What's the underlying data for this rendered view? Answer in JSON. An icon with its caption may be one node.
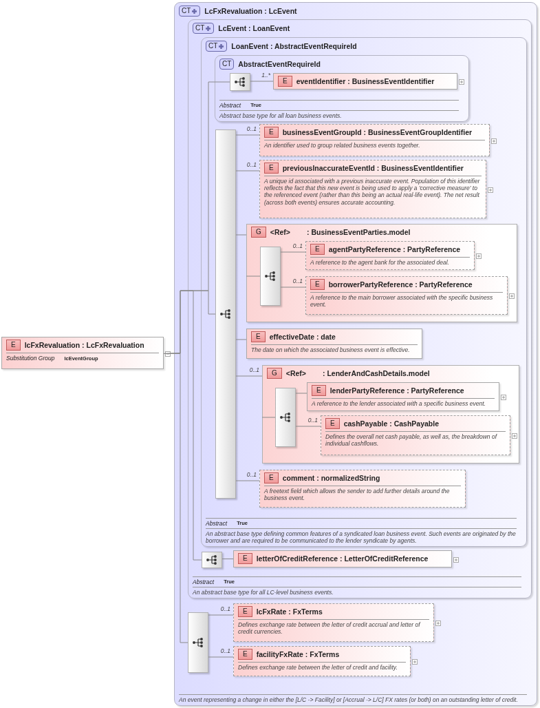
{
  "diagram": {
    "nodes": [
      {
        "text": [
          "E",
          "lcFxRevaluation : LcFxRevaluation",
          "Substitution Group",
          "lcEventGroup"
        ]
      },
      {
        "text": [
          "CT",
          "LcFxRevaluation : LcEvent",
          "An event representing a change in either the [L/C -> Facility] or [Accrual -> L/C] FX rates (or both) on an outstanding letter of credit."
        ]
      },
      {
        "text": [
          "CT",
          "LcEvent : LoanEvent",
          "Abstract",
          "True",
          "An abstract base type for all LC-level business events."
        ],
        "in": 1
      },
      {
        "text": [
          "CT",
          "LoanEvent : AbstractEventRequireId",
          "Abstract",
          "True",
          "An abstract base type defining common features of a syndicated loan business event. Such events are originated by the borrower and are required to be communicated to the lender syndicate by agents."
        ],
        "in": 2
      },
      {
        "text": [
          "CT",
          "AbstractEventRequireId",
          "Abstract",
          "True",
          "Abstract base type for all loan business events."
        ],
        "in": 3
      },
      {
        "text": [],
        "shape": "box",
        "in": 4
      },
      {
        "text": [
          "E",
          "eventIdentifier : BusinessEventIdentifier"
        ],
        "in": 4
      },
      {
        "text": [],
        "shape": "box",
        "in": 3
      },
      {
        "text": [
          "E",
          "businessEventGroupId : BusinessEventGroupIdentifier",
          "An identifier used to group related business events together."
        ],
        "in": 3
      },
      {
        "text": [
          "E",
          "previousInaccurateEventId : BusinessEventIdentifier",
          "A unique id associated with a previous inaccurate event. Population of this identifier reflects the fact that this new event is being used to apply a 'corrective measure' to the referenced event (rather than this being an actual real-life event). The net result (across both events) ensures accurate accounting."
        ],
        "in": 3
      },
      {
        "text": [
          "G",
          "<Ref>",
          ": BusinessEventParties.model"
        ],
        "in": 3
      },
      {
        "text": [],
        "shape": "box",
        "in": 10
      },
      {
        "text": [
          "E",
          "agentPartyReference : PartyReference",
          "A reference to the agent bank for the associated deal."
        ],
        "in": 10
      },
      {
        "text": [
          "E",
          "borrowerPartyReference : PartyReference",
          "A reference to the main borrower associated with the specific business event."
        ],
        "in": 10
      },
      {
        "text": [
          "E",
          "effectiveDate : date",
          "The date on which the associated business event is effective."
        ],
        "in": 3
      },
      {
        "text": [
          "G",
          "<Ref>",
          ": LenderAndCashDetails.model"
        ],
        "in": 3
      },
      {
        "text": [],
        "shape": "box",
        "in": 15
      },
      {
        "text": [
          "E",
          "lenderPartyReference : PartyReference",
          "A reference to the lender associated with a specific business event."
        ],
        "in": 15
      },
      {
        "text": [
          "E",
          "cashPayable : CashPayable",
          "Defines the overall net cash payable, as well as, the breakdown of individual cashflows."
        ],
        "in": 15
      },
      {
        "text": [
          "E",
          "comment : normalizedString",
          "A freetext field which allows the sender to add further details around the business event."
        ],
        "in": 3
      },
      {
        "text": [],
        "shape": "box",
        "in": 2
      },
      {
        "text": [
          "E",
          "letterOfCreditReference : LetterOfCreditReference"
        ],
        "in": 2
      },
      {
        "text": [],
        "shape": "box",
        "in": 1
      },
      {
        "text": [
          "E",
          "lcFxRate : FxTerms",
          "Defines exchange rate between the letter of credit accrual and letter of credit currencies."
        ],
        "in": 1
      },
      {
        "text": [
          "E",
          "facilityFxRate : FxTerms",
          "Defines exchange rate between the letter of credit and facility."
        ],
        "in": 1
      }
    ],
    "edges": [
      {
        "from": 0,
        "to": 5,
        "arrow": "none"
      },
      {
        "from": 0,
        "to": 7,
        "arrow": "none"
      },
      {
        "from": 0,
        "to": 20,
        "arrow": "none"
      },
      {
        "from": 0,
        "to": 22,
        "arrow": "none"
      },
      {
        "from": 5,
        "to": 6,
        "arrow": "none",
        "label": "1..*"
      },
      {
        "from": 7,
        "to": 8,
        "arrow": "none",
        "label": "0..1"
      },
      {
        "from": 7,
        "to": 9,
        "arrow": "none",
        "label": "0..1"
      },
      {
        "from": 7,
        "to": 10,
        "arrow": "none"
      },
      {
        "from": 10,
        "to": 11,
        "arrow": "none"
      },
      {
        "from": 11,
        "to": 12,
        "arrow": "none",
        "label": "0..1"
      },
      {
        "from": 11,
        "to": 13,
        "arrow": "none",
        "label": "0..1"
      },
      {
        "from": 7,
        "to": 14,
        "arrow": "none"
      },
      {
        "from": 7,
        "to": 15,
        "arrow": "none",
        "label": "0..1"
      },
      {
        "from": 15,
        "to": 16,
        "arrow": "none"
      },
      {
        "from": 16,
        "to": 17,
        "arrow": "none"
      },
      {
        "from": 16,
        "to": 18,
        "arrow": "none",
        "label": "0..1"
      },
      {
        "from": 7,
        "to": 19,
        "arrow": "none",
        "label": "0..1"
      },
      {
        "from": 20,
        "to": 21,
        "arrow": "none"
      },
      {
        "from": 22,
        "to": 23,
        "arrow": "none",
        "label": "0..1"
      },
      {
        "from": 22,
        "to": 24,
        "arrow": "none",
        "label": "0..1"
      }
    ]
  }
}
